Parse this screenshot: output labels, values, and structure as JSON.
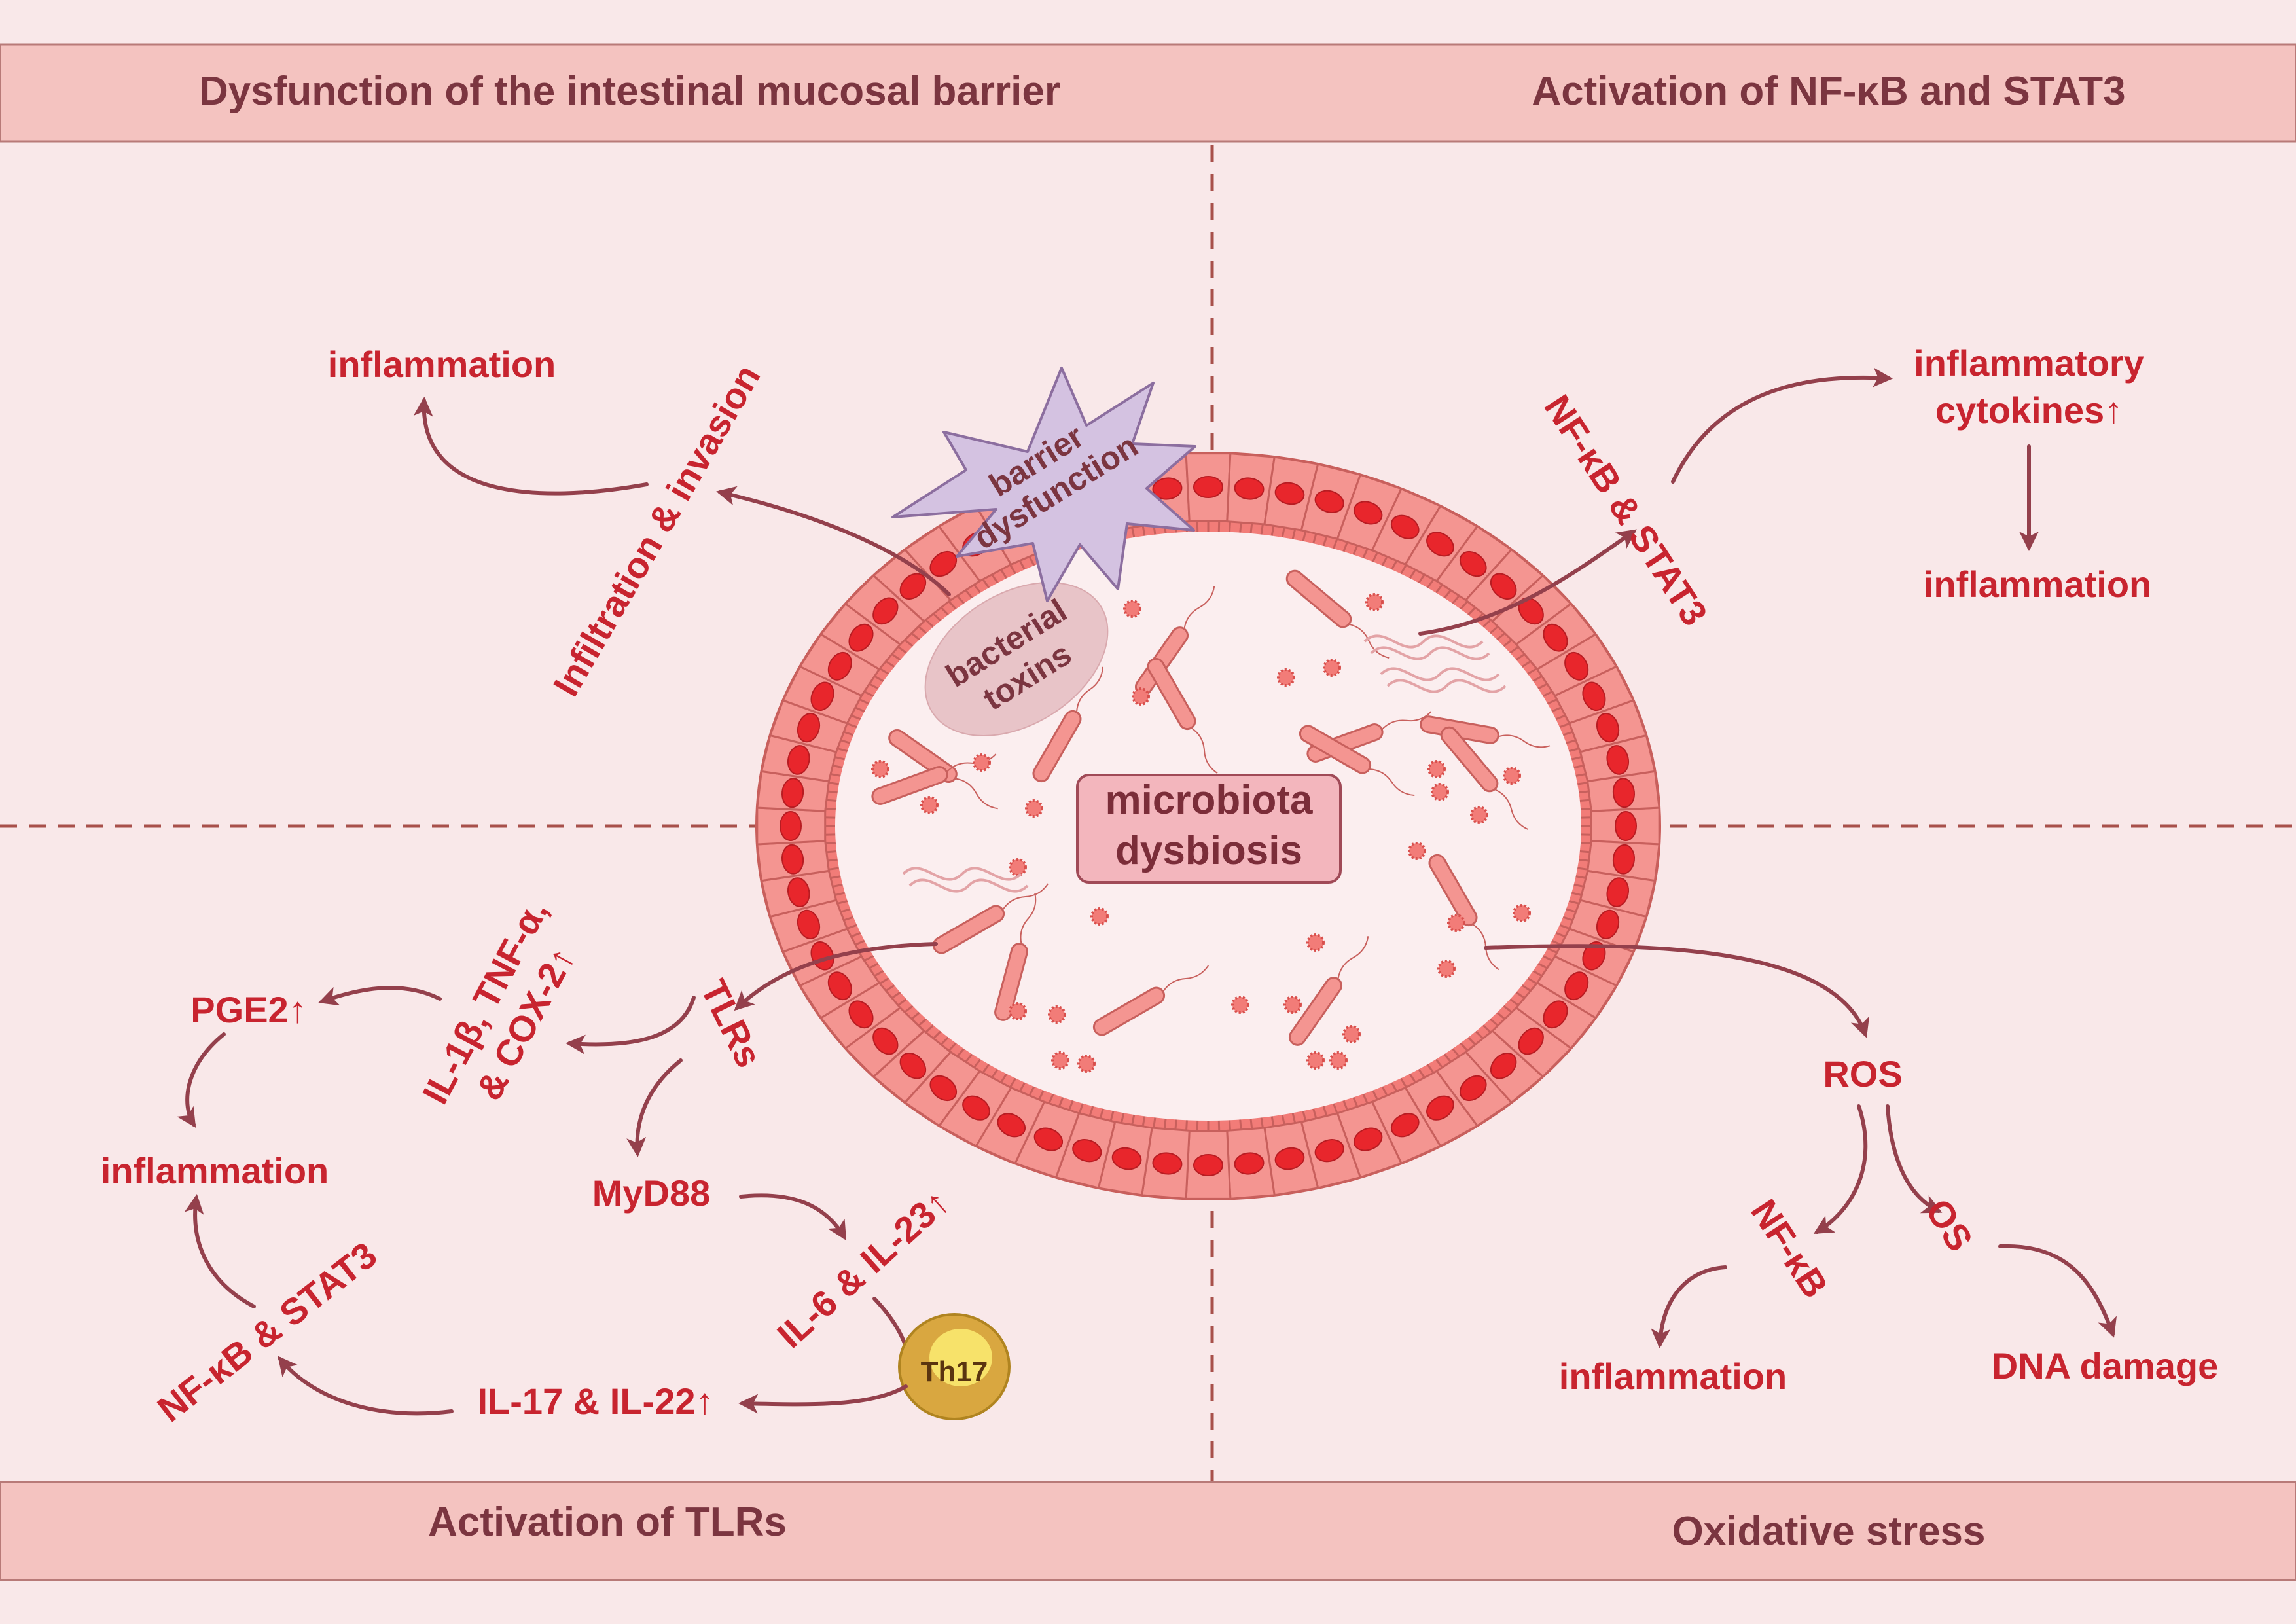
{
  "panels": {
    "top_left": "Dysfunction of the intestinal mucosal barrier",
    "top_right": "Activation of NF-κB and STAT3",
    "bottom_left": "Activation of TLRs",
    "bottom_right": "Oxidative stress"
  },
  "center": {
    "line1": "microbiota",
    "line2": "dysbiosis"
  },
  "barrier": {
    "star_line1": "barrier",
    "star_line2": "dysfunction",
    "toxins_line1": "bacterial",
    "toxins_line2": "toxins",
    "infiltration": "Infiltration & invasion",
    "inflammation": "inflammation"
  },
  "nfkb_panel": {
    "nfkb_stat3": "NF-κB & STAT3",
    "cytokines_line1": "inflammatory",
    "cytokines_line2": "cytokines↑",
    "inflammation": "inflammation"
  },
  "tlr_panel": {
    "tlrs": "TLRs",
    "cyto_line1": "IL-1β, TNF-α,",
    "cyto_line2": "& COX-2↑",
    "pge2": "PGE2↑",
    "inflammation": "inflammation",
    "myd88": "MyD88",
    "il6": "IL-6 & IL-23↑",
    "th17": "Th17",
    "il17": "IL-17 & IL-22↑",
    "nfkb_stat3": "NF-κB & STAT3"
  },
  "oxidative_panel": {
    "ros": "ROS",
    "nfkb": "NF-κB",
    "os": "OS",
    "inflammation": "inflammation",
    "dna_damage": "DNA damage"
  },
  "colors": {
    "background": "#f9e8e9",
    "band": "#f4c3c0",
    "label_red": "#c8242f",
    "title_maroon": "#7b3540",
    "arrow": "#94404c",
    "cell": "#f27c78",
    "nucleus": "#e8262c"
  },
  "icons": [
    "barrier-star-icon",
    "bacteria-icon",
    "th17-cell-icon",
    "epithelial-ring-icon"
  ]
}
